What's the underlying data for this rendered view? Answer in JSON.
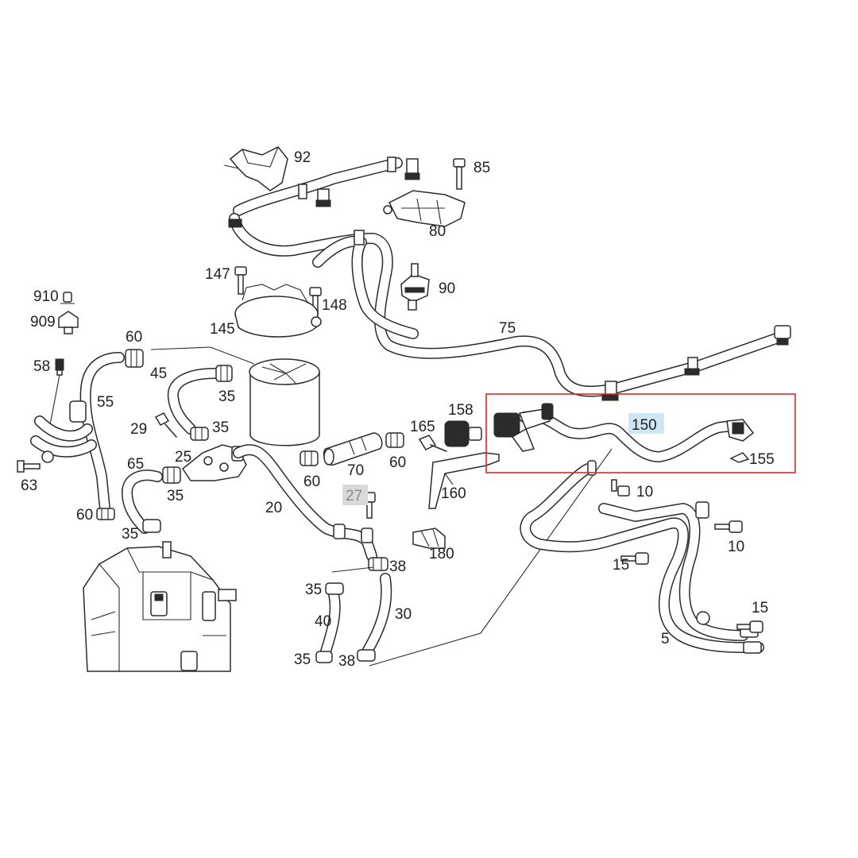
{
  "diagram": {
    "callouts": {
      "c92": "92",
      "c85": "85",
      "c80": "80",
      "c90": "90",
      "c147": "147",
      "c148": "148",
      "c145": "145",
      "c75": "75",
      "c910": "910",
      "c909": "909",
      "c58": "58",
      "c60a": "60",
      "c45": "45",
      "c35a": "35",
      "c55": "55",
      "c29": "29",
      "c35b": "35",
      "c25": "25",
      "c65": "65",
      "c35c": "35",
      "c63": "63",
      "c60b": "60",
      "c35d": "35",
      "c158": "158",
      "c165": "165",
      "c150": "150",
      "c155": "155",
      "c60c": "60",
      "c70": "70",
      "c60d": "60",
      "c27": "27",
      "c160": "160",
      "c20": "20",
      "c10a": "10",
      "c10b": "10",
      "c15a": "15",
      "c180": "180",
      "c38a": "38",
      "c35e": "35",
      "c40": "40",
      "c30": "30",
      "c35f": "35",
      "c38b": "38",
      "c15b": "15",
      "c5": "5"
    },
    "highlighted_callout": "150",
    "dimmed_callout": "27",
    "colors": {
      "selection_border": "#d62a2a",
      "highlight_fill": "#cfe7f4",
      "dimmed_fill": "#d9d9d9",
      "line": "#2b2b2b"
    }
  }
}
